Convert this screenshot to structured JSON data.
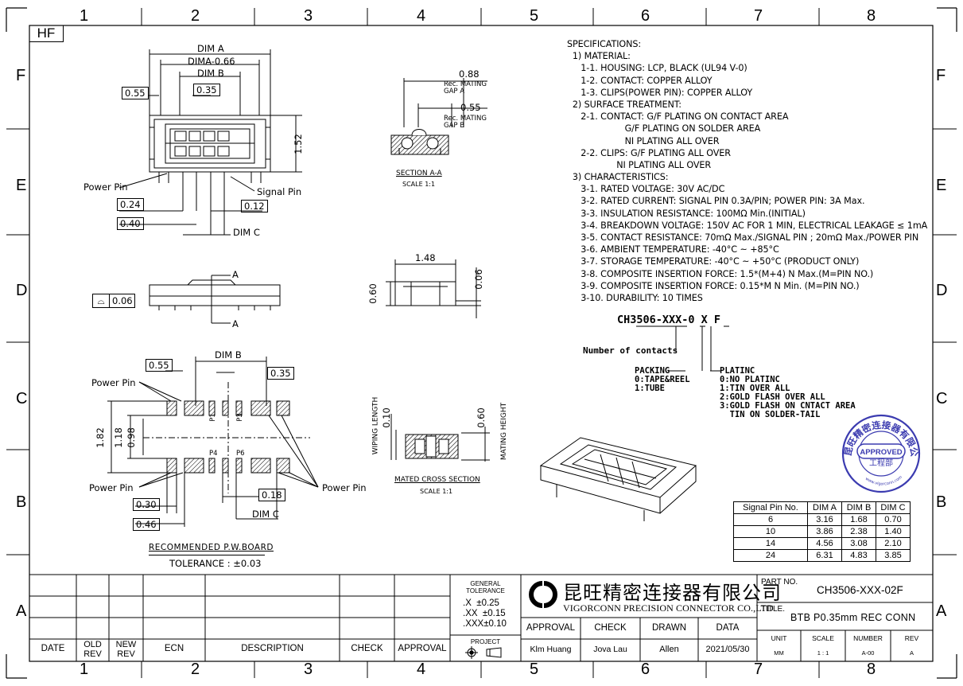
{
  "zones_top": [
    "1",
    "2",
    "3",
    "4",
    "5",
    "6",
    "7",
    "8"
  ],
  "zones_side": [
    "F",
    "E",
    "D",
    "C",
    "B",
    "A"
  ],
  "hf_tag": "HF",
  "specifications": [
    "SPECIFICATIONS:",
    "  1) MATERIAL:",
    "     1-1. HOUSING: LCP, BLACK (UL94 V-0)",
    "     1-2. CONTACT: COPPER ALLOY",
    "     1-3. CLIPS(POWER PIN): COPPER ALLOY",
    "  2) SURFACE TREATMENT:",
    "     2-1. CONTACT: G/F PLATING ON CONTACT AREA",
    "                     G/F PLATING ON SOLDER AREA",
    "                     NI PLATING ALL OVER",
    "     2-2. CLIPS: G/F PLATING ALL OVER",
    "                  NI PLATING ALL OVER",
    "  3) CHARACTERISTICS:",
    "     3-1. RATED VOLTAGE: 30V AC/DC",
    "     3-2. RATED CURRENT: SIGNAL PIN 0.3A/PIN; POWER PIN: 3A Max.",
    "     3-3. INSULATION RESISTANCE: 100MΩ Min.(INITIAL)",
    "     3-4. BREAKDOWN VOLTAGE: 150V AC FOR 1 MIN, ELECTRICAL LEAKAGE ≤ 1mA",
    "     3-5. CONTACT RESISTANCE: 70mΩ Max./SIGNAL PIN ; 20mΩ Max./POWER PIN",
    "     3-6. AMBIENT TEMPERATURE: -40°C ~ +85°C",
    "     3-7. STORAGE TEMPERATURE: -40°C ~ +50°C (PRODUCT ONLY)",
    "     3-8. COMPOSITE INSERTION FORCE: 1.5*(M+4) N Max.(M=PIN NO.)",
    "     3-9. COMPOSITE INSERTION FORCE: 0.15*M N Min. (M=PIN NO.)",
    "     3-10. DURABILITY: 10 TIMES"
  ],
  "part_code": {
    "code": "CH3506-XXX-0 X F",
    "contacts_label": "Number of contacts",
    "packing": [
      "PACKING",
      "0:TAPE&REEL",
      "1:TUBE"
    ],
    "plating": [
      "PLATINC",
      "0:NO PLATINC",
      "1:TIN OVER ALL",
      "2:GOLD FLASH OVER ALL",
      "3:GOLD FLASH ON CNTACT AREA",
      "  TIN ON SOLDER-TAIL"
    ]
  },
  "top_view": {
    "dim_a": "DIM A",
    "dima_066": "DIMA-0.66",
    "dim_b": "DIM B",
    "dim_c": "DIM C",
    "d055": "0.55",
    "d035": "0.35",
    "d152": "1.52",
    "d024": "0.24",
    "d040": "0.40",
    "d012": "0.12",
    "power_pin": "Power Pin",
    "signal_pin": "Signal Pin"
  },
  "section_aa": {
    "d088": "0.88",
    "rec_a": "Rec. MATING\nGAP A",
    "d055": "0.55",
    "rec_b": "Rec. MATING\nGAP B",
    "title": "SECTION A-A",
    "scale": "SCALE 1:1"
  },
  "side_view": {
    "a_mark": "A",
    "flatness": "0.06"
  },
  "end_view": {
    "d148": "1.48",
    "d060": "0.60",
    "d006": "0.06"
  },
  "mated": {
    "wiping": "WIPING LENGTH",
    "d010": "0.10",
    "d060": "0.60",
    "mating_height": "MATING HEIGHT",
    "title": "MATED CROSS SECTION",
    "scale": "SCALE 1:1"
  },
  "pcb": {
    "dim_b": "DIM B",
    "d055": "0.55",
    "d035": "0.35",
    "d182": "1.82",
    "d118": "1.18",
    "d098": "0.98",
    "d030": "0.30",
    "d046": "0.46",
    "d018": "0.18",
    "dim_c": "DIM C",
    "power_pin": "Power Pin",
    "p1": "P1",
    "p3": "P3",
    "p4": "P4",
    "p6": "P6",
    "title": "RECOMMENDED P.W.BOARD",
    "tolerance": "TOLERANCE : ±0.03"
  },
  "stamp": {
    "ring": "昆旺精密连接器有限公司",
    "approved": "APPROVED",
    "dept": "工程部",
    "url": "www.vigorconn.com"
  },
  "signal_table": {
    "headers": [
      "Signal Pin No.",
      "DIM A",
      "DIM B",
      "DIM C"
    ],
    "rows": [
      [
        "6",
        "3.16",
        "1.68",
        "0.70"
      ],
      [
        "10",
        "3.86",
        "2.38",
        "1.40"
      ],
      [
        "14",
        "4.56",
        "3.08",
        "2.10"
      ],
      [
        "24",
        "6.31",
        "4.83",
        "3.85"
      ]
    ]
  },
  "title_block": {
    "rev_headers": [
      "DATE",
      "OLD\nREV",
      "NEW\nREV",
      "ECN",
      "DESCRIPTION",
      "CHECK",
      "APPROVAL"
    ],
    "general_tol": "GENERAL\nTOLERANCE",
    "tol_lines": [
      ".X  ±0.25",
      ".XX  ±0.15",
      ".XXX±0.10"
    ],
    "project": "PROJECT",
    "company_cn": "昆旺精密连接器有限公司",
    "company_en": "VIGORCONN PRECISION CONNECTOR CO.,LTD",
    "roles": [
      "APPROVAL",
      "CHECK",
      "DRAWN",
      "DATA"
    ],
    "names": [
      "Klm Huang",
      "Jova Lau",
      "Allen",
      "2021/05/30"
    ],
    "part_no_label": "PART NO.",
    "part_no": "CH3506-XXX-02F",
    "title_label": "TITLE.",
    "title": "BTB P0.35mm REC CONN",
    "unit_label": "UNIT",
    "unit": "MM",
    "scale_label": "SCALE",
    "scale": "1 : 1",
    "number_label": "NUMBER",
    "number": "A-00",
    "rev_label": "REV",
    "rev": "A"
  }
}
